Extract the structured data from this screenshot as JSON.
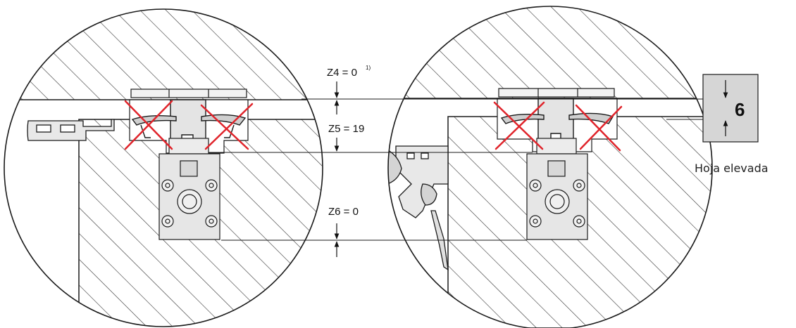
{
  "dimensions": {
    "z4": {
      "label": "Z4 = 0",
      "footnote": "1)"
    },
    "z5": {
      "label": "Z5 = 19"
    },
    "z6": {
      "label": "Z6 = 0"
    }
  },
  "badge": {
    "value": "6"
  },
  "caption": "Hoja elevada",
  "colors": {
    "line": "#1a1a1a",
    "hatch": "#333333",
    "part_fill": "#e4e4e4",
    "badge_fill": "#d6d6d6",
    "cross": "#e0242b"
  }
}
